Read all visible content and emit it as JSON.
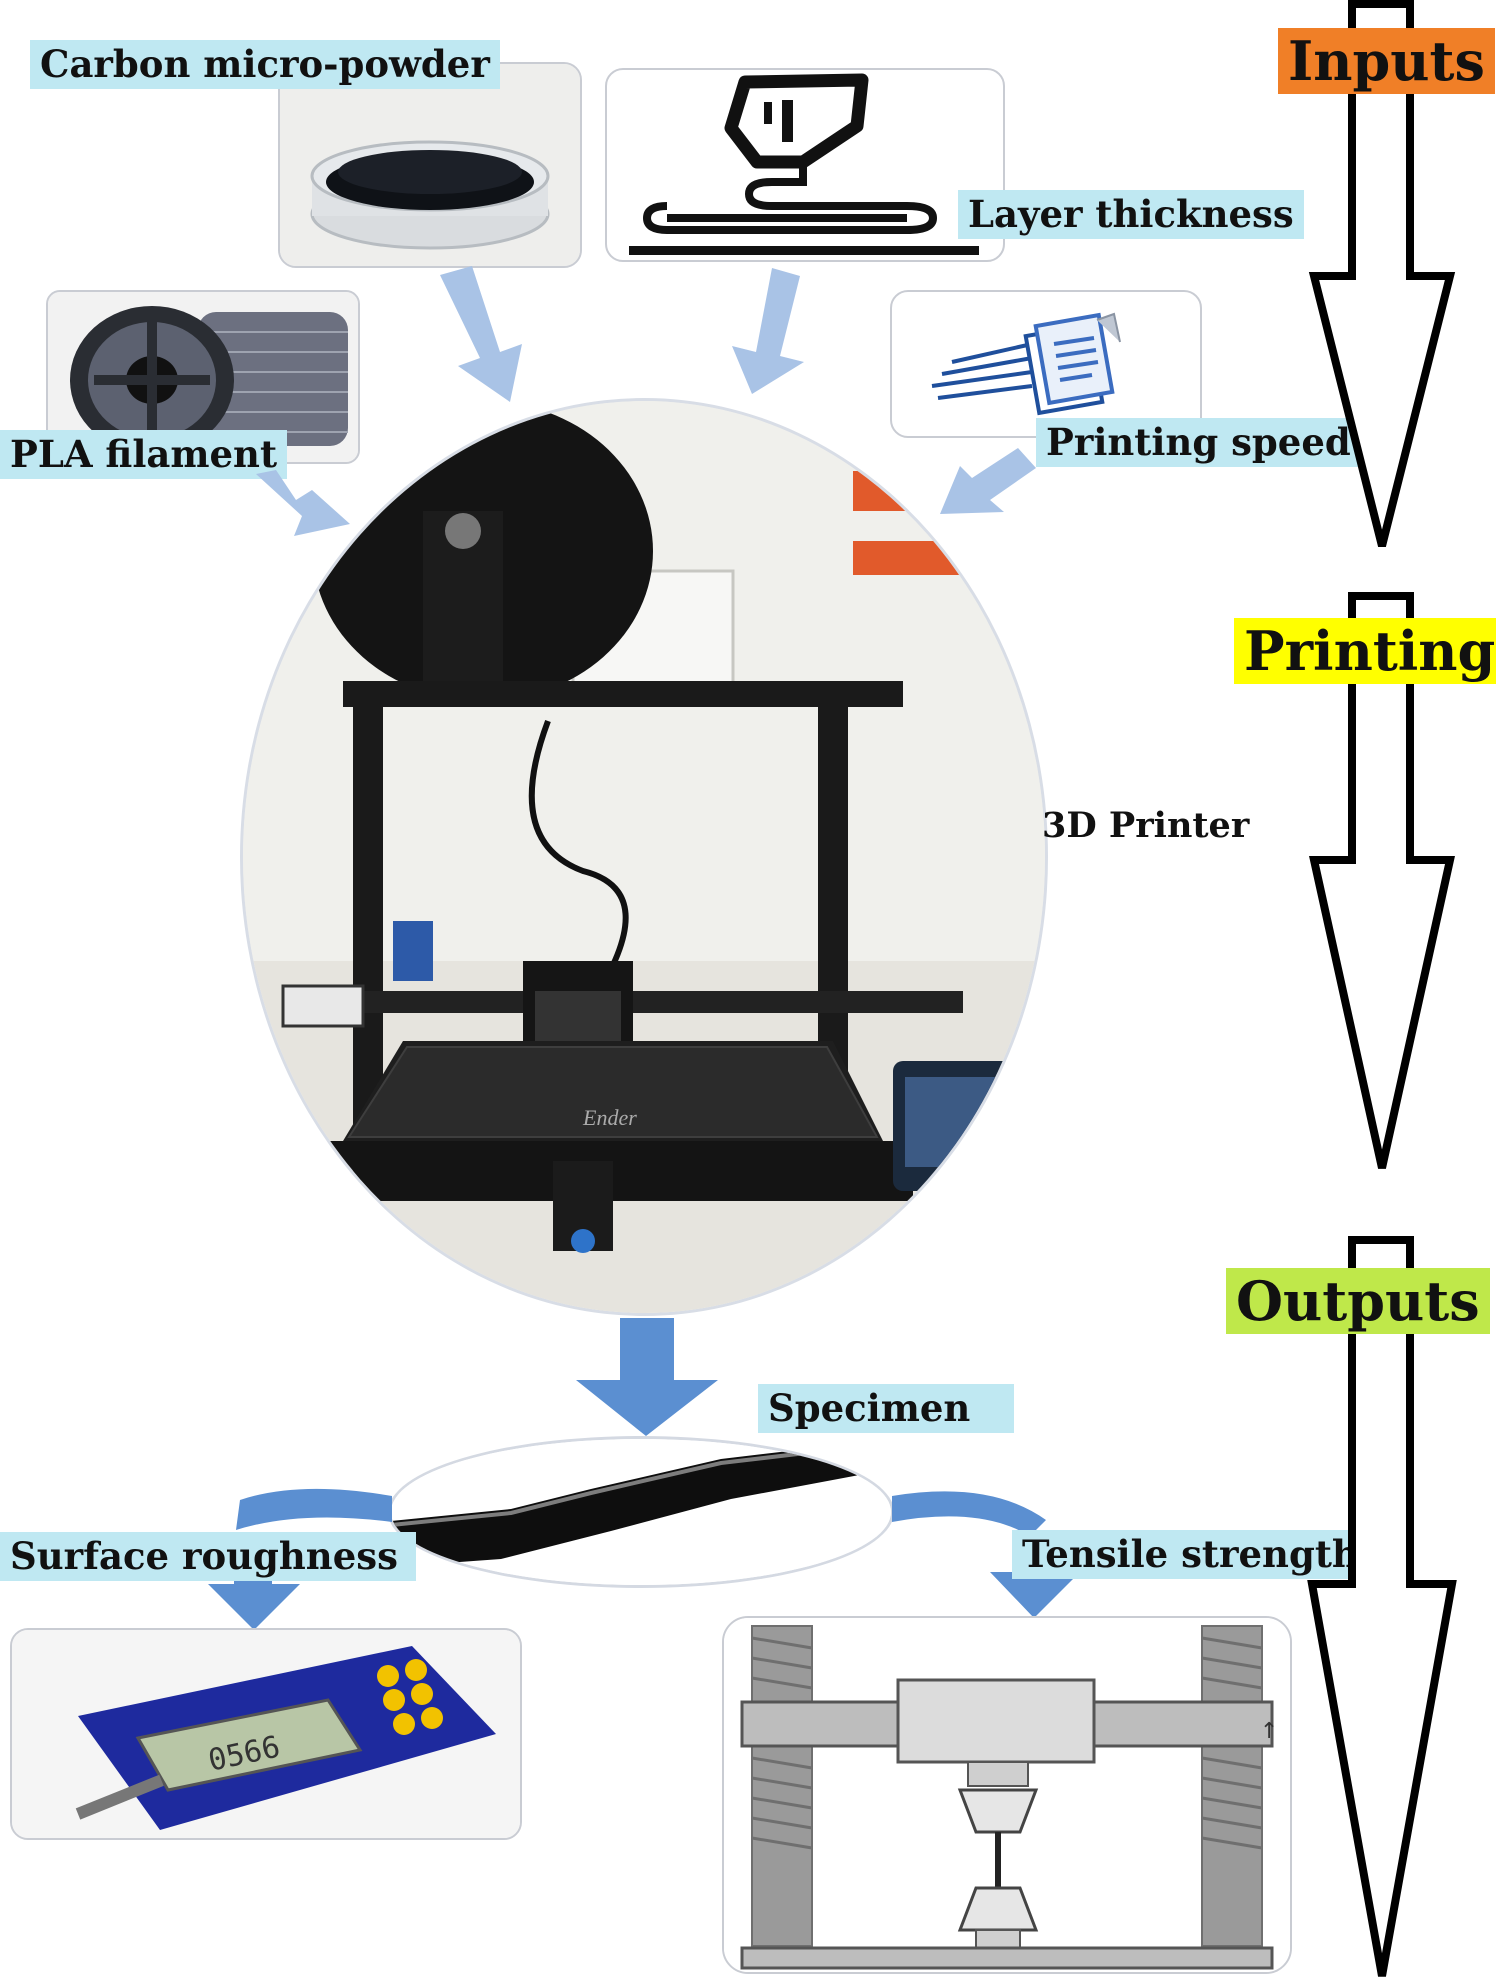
{
  "labels": {
    "carbon": "Carbon micro-powder",
    "layer": "Layer thickness",
    "pla": "PLA  filament",
    "speed": "Printing speed",
    "printer": "3D Printer",
    "specimen": "Specimen",
    "roughness": "Surface roughness",
    "tensile": "Tensile strength"
  },
  "stages": {
    "inputs": "Inputs",
    "printing": "Printing",
    "outputs": "Outputs"
  },
  "colors": {
    "label_bg": "#bfe8f2",
    "arrow": "#a9c3e6",
    "arrow_dark": "#5b8fd1",
    "inputs_bg": "#f07f27",
    "printing_bg": "#ffff00",
    "outputs_bg": "#bfe84a"
  }
}
